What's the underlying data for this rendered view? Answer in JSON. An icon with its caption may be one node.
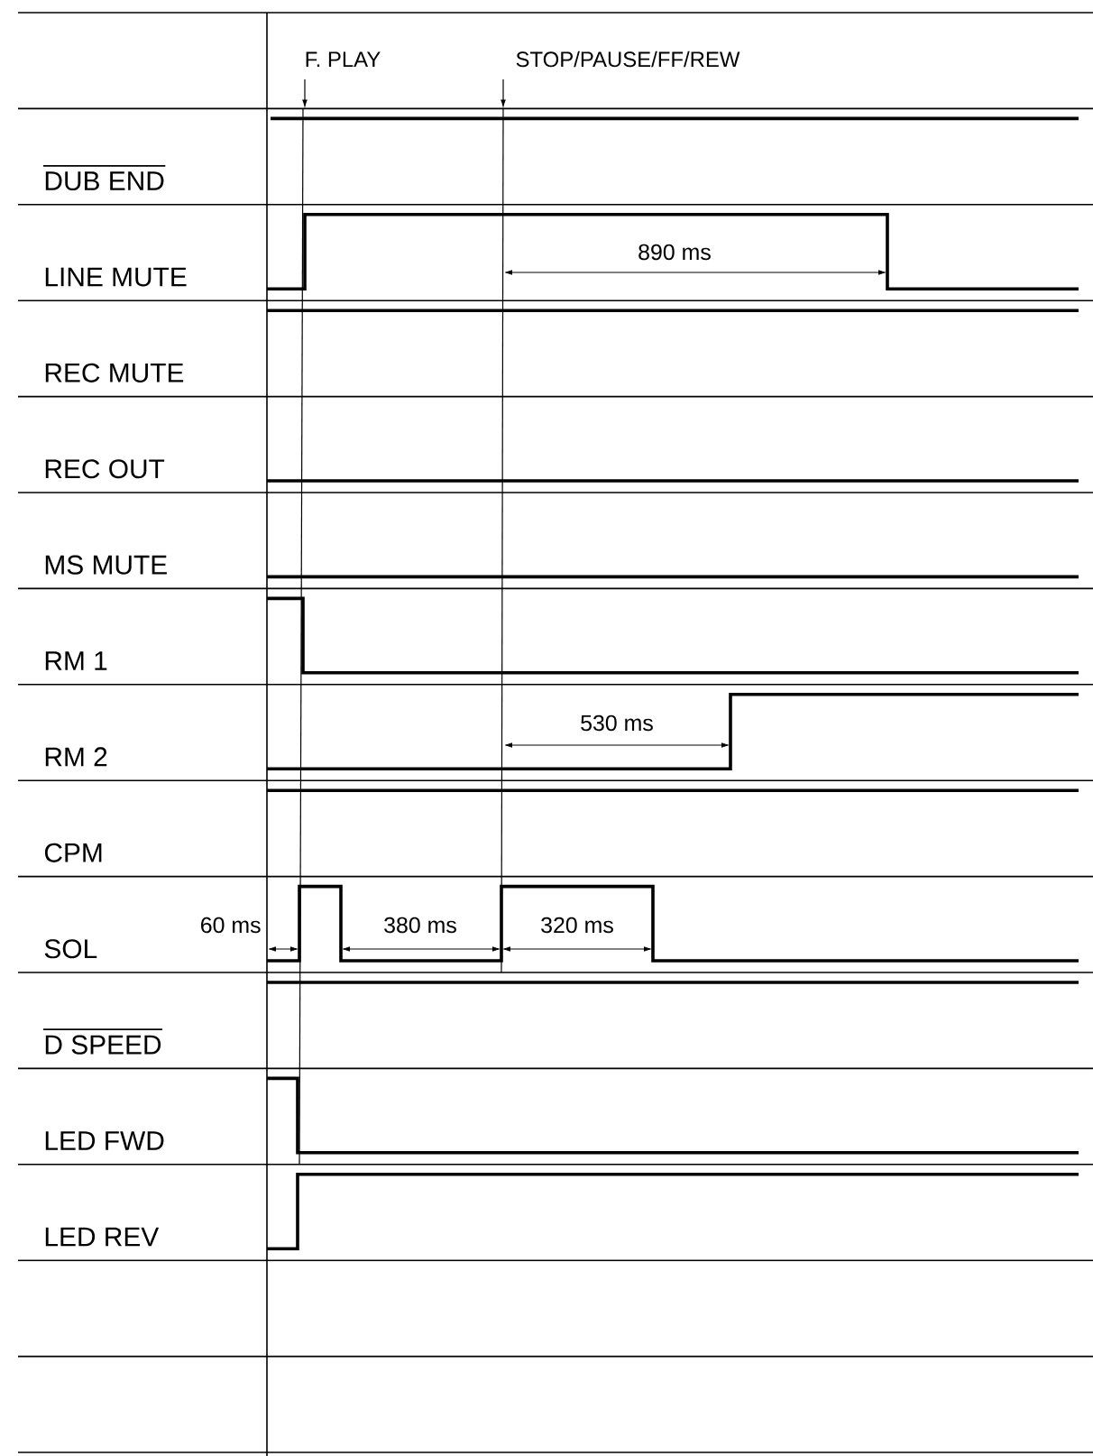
{
  "diagram": {
    "labels": [
      "F. PLAY",
      "STOP/PAUSE/FF/REW",
      "DUB END",
      "LINE MUTE",
      "890 ms",
      "REC MUTE",
      "REC OUT",
      "MS MUTE",
      "RM 1",
      "RM 2",
      "530 ms",
      "CPM",
      "60 ms",
      "380 ms",
      "320 ms",
      "SOL",
      "D SPEED",
      "LED FWD",
      "LED REV"
    ]
  }
}
